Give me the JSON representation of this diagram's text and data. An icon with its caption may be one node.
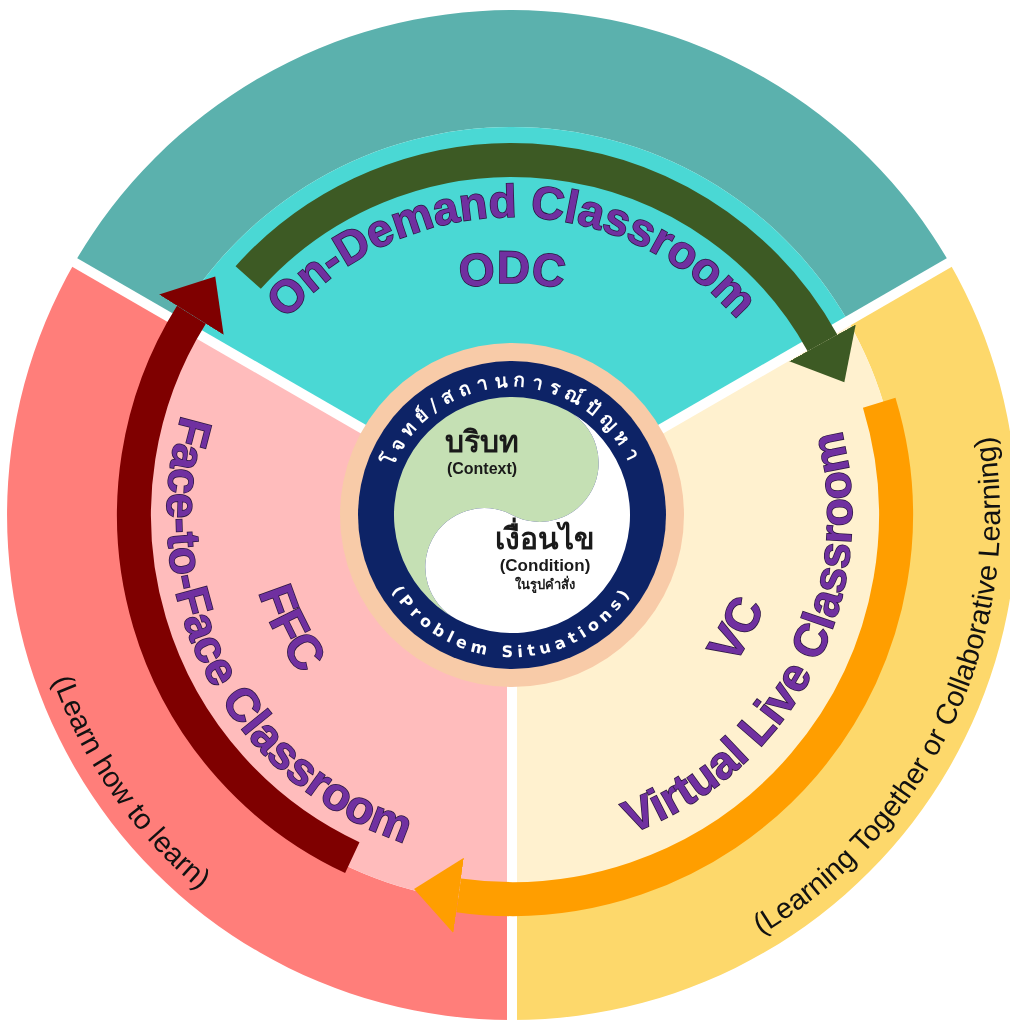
{
  "diagram": {
    "nodes": [
      {
        "text": [
          "On-Demand Classroom",
          "ODC"
        ]
      },
      {
        "text": [
          "VC",
          "Virtual Live Classroom",
          "(Learning Together or Collaborative Learning)"
        ]
      },
      {
        "text": [
          "FFC",
          "Face-to-Face Classroom",
          "(Learn how to learn)"
        ]
      },
      {
        "text": [
          "โจทย์/สถานการณ์ปัญหา",
          "บริบท",
          "(Context)",
          "เงื่อนไข",
          "(Condition)",
          "ในรูปคำสั่ง",
          "(Problem Situations)"
        ]
      }
    ],
    "edges": [
      {
        "from": 0,
        "to": 1,
        "arrow": "to",
        "color": "#3d5a24"
      },
      {
        "from": 1,
        "to": 2,
        "arrow": "to",
        "color": "#ff9e00"
      },
      {
        "from": 2,
        "to": 0,
        "arrow": "to",
        "color": "#7f0000"
      }
    ]
  }
}
